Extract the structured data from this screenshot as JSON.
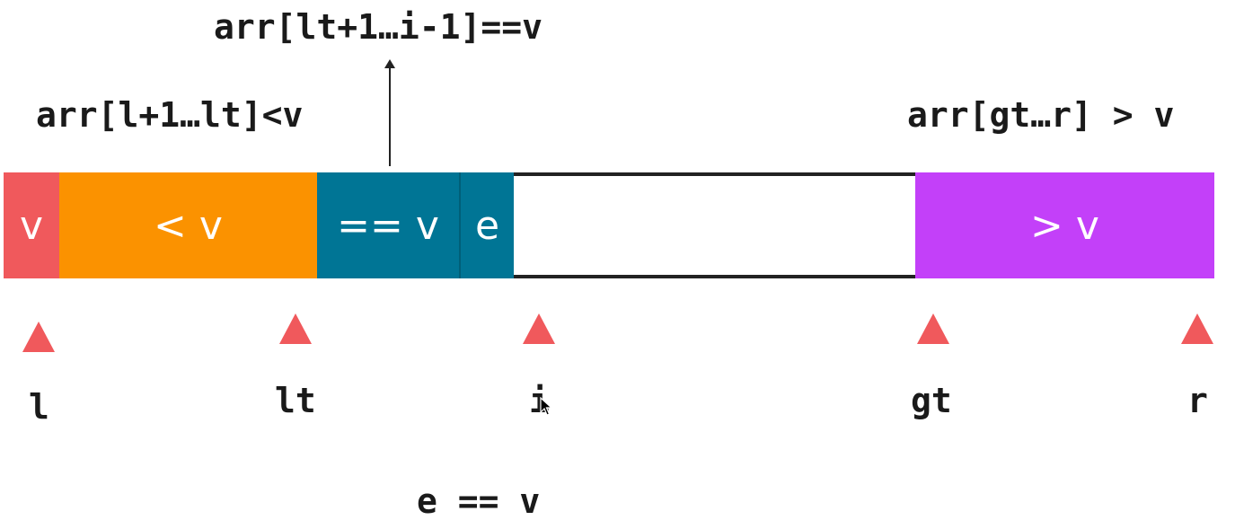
{
  "annotations": {
    "equal_range": "arr[lt+1…i-1]==v",
    "less_range": "arr[l+1…lt]<v",
    "greater_range": "arr[gt…r] > v",
    "current_equal": "e == v"
  },
  "segments": {
    "pivot": {
      "label": "v",
      "color": "#f0595c"
    },
    "less": {
      "label": "< v",
      "color": "#fb9200"
    },
    "equal": {
      "label": "== v",
      "color": "#007595"
    },
    "current": {
      "label": "e",
      "color": "#007595"
    },
    "greater": {
      "label": "> v",
      "color": "#c340f9"
    }
  },
  "pointers": {
    "l": "l",
    "lt": "lt",
    "i": "i",
    "gt": "gt",
    "r": "r"
  },
  "colors": {
    "pointer": "#f0595c",
    "outline": "#222222"
  }
}
